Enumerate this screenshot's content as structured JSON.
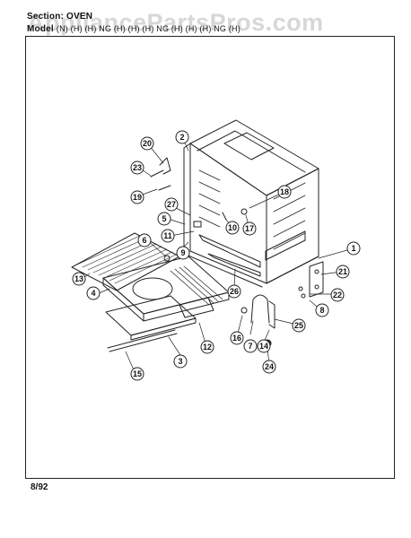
{
  "header": {
    "section_label": "Section:",
    "section_value": "OVEN",
    "model_label": "Model",
    "model_value": "(N) (H) (H) NG (H) (H) (H) NG (H) (H) (H) NG (H)"
  },
  "watermark": "AppliancePartsPros.com",
  "footer": {
    "date_code": "8/92"
  },
  "callouts": [
    "1",
    "2",
    "3",
    "4",
    "5",
    "6",
    "7",
    "8",
    "9",
    "10",
    "11",
    "12",
    "13",
    "14",
    "15",
    "16",
    "17",
    "18",
    "19",
    "20",
    "21",
    "22",
    "23",
    "24",
    "25",
    "26",
    "27"
  ],
  "colors": {
    "ink": "#222222",
    "paper": "#ffffff",
    "watermark": "#969696"
  }
}
